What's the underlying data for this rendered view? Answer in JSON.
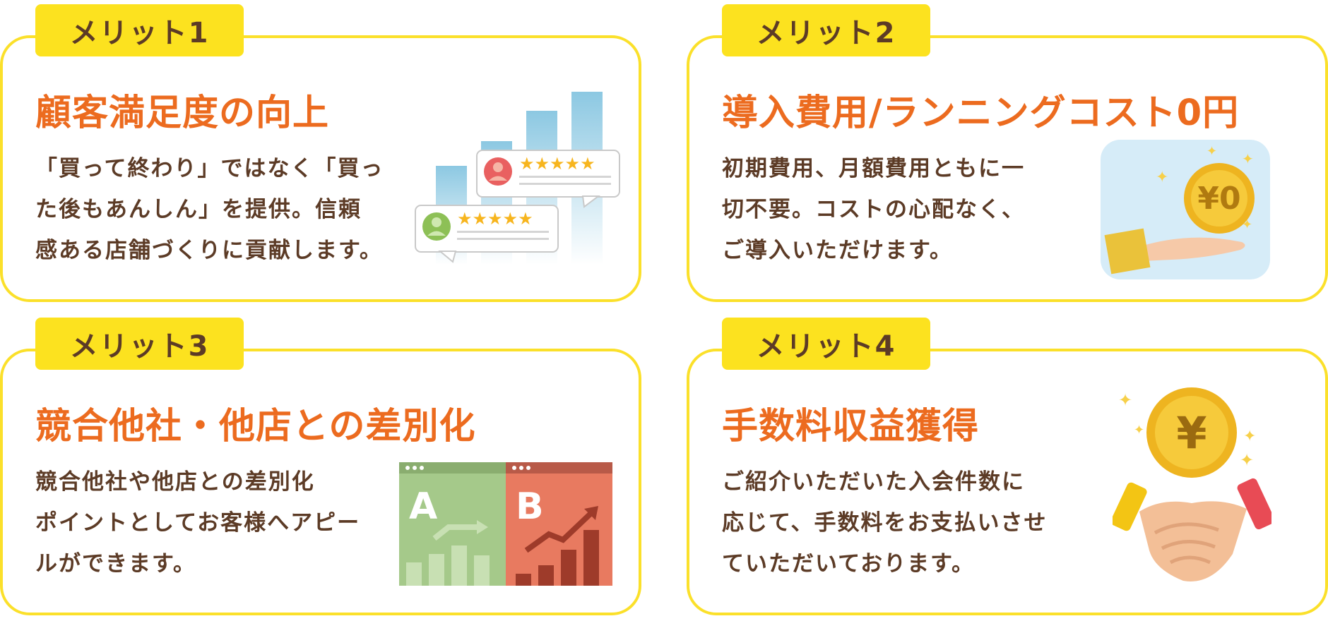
{
  "cards": [
    {
      "tab": "メリット1",
      "title": "顧客満足度の向上",
      "lines": [
        "「買って終わり」ではなく「買っ",
        "た後もあんしん」を提供。信頼",
        "感ある店舗づくりに貢献します。"
      ],
      "illustration": "review-stars-chart"
    },
    {
      "tab": "メリット2",
      "title": "導入費用/ランニングコスト0円",
      "lines": [
        "初期費用、月額費用ともに一",
        "切不要。コストの心配なく、",
        "ご導入いただけます。"
      ],
      "illustration": "zero-yen-coin-hand",
      "coin_label": "¥0"
    },
    {
      "tab": "メリット3",
      "title": "競合他社・他店との差別化",
      "lines": [
        "競合他社や他店との差別化",
        "ポイントとしてお客様へアピー",
        "ルができます。"
      ],
      "illustration": "ab-comparison-windows",
      "panel_a": "A",
      "panel_b": "B"
    },
    {
      "tab": "メリット4",
      "title": "手数料収益獲得",
      "lines": [
        "ご紹介いただいた入会件数に",
        "応じて、手数料をお支払いさせ",
        "ていただいております。"
      ],
      "illustration": "handshake-yen-coin",
      "coin_label": "¥"
    }
  ],
  "colors": {
    "border": "#fbe02a",
    "tab": "#fce21f",
    "title": "#ec6b1f",
    "text": "#5c3b26"
  }
}
